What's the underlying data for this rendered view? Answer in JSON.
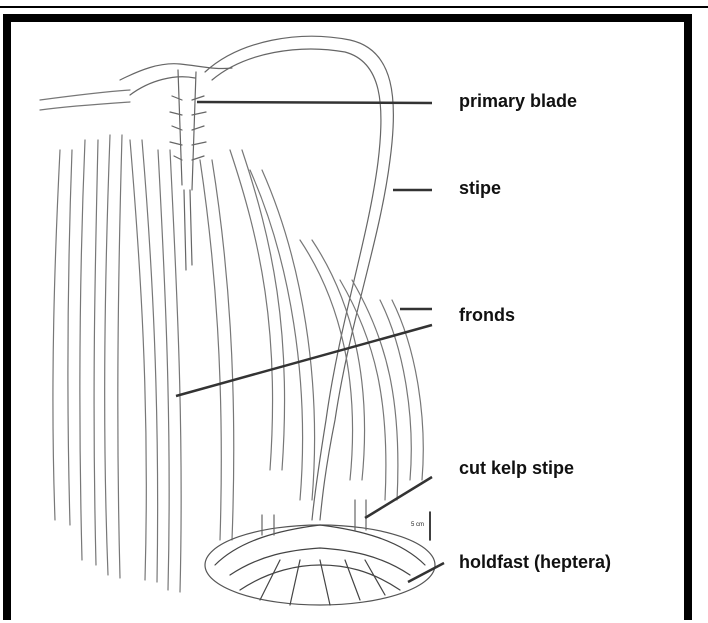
{
  "labels": {
    "primary_blade": "primary blade",
    "stipe": "stipe",
    "fronds": "fronds",
    "cut_kelp_stipe": "cut kelp stipe",
    "holdfast": "holdfast (heptera)"
  },
  "scale_bar": {
    "text": "5 cm"
  },
  "colors": {
    "ink": "#000000",
    "stroke": "#555555",
    "leader": "#333333"
  }
}
